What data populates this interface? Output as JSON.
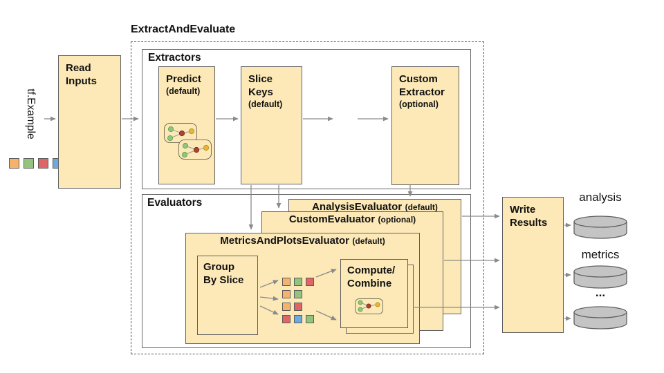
{
  "title": "ExtractAndEvaluate",
  "input": {
    "label": "tf.Example",
    "squares": [
      "orange",
      "green",
      "red",
      "blue"
    ]
  },
  "read_inputs": {
    "label": "Read Inputs"
  },
  "extractors": {
    "section_label": "Extractors",
    "predict": {
      "name": "Predict",
      "qualifier": "(default)"
    },
    "slice_keys": {
      "name": "Slice Keys",
      "qualifier": "(default)"
    },
    "ellipsis": "...",
    "custom_extractor": {
      "name": "Custom Extractor",
      "qualifier": "(optional)"
    }
  },
  "evaluators": {
    "section_label": "Evaluators",
    "analysis_evaluator": {
      "name": "AnalysisEvaluator",
      "qualifier": "(default)"
    },
    "custom_evaluator": {
      "name": "CustomEvaluator",
      "qualifier": "(optional)"
    },
    "metrics_and_plots_evaluator": {
      "name": "MetricsAndPlotsEvaluator",
      "qualifier": "(default)",
      "group_by_slice": {
        "label": "Group By Slice"
      },
      "slice_groups": {
        "rows": [
          [
            "orange",
            "green",
            "red"
          ],
          [
            "orange",
            "green"
          ],
          [
            "orange",
            "red"
          ],
          [
            "red",
            "blue",
            "green"
          ]
        ]
      },
      "compute_combine": {
        "line1": "Compute/",
        "line2": "Combine"
      }
    }
  },
  "write_results": {
    "label": "Write Results"
  },
  "outputs": [
    {
      "label": "analysis"
    },
    {
      "label": "metrics"
    },
    {
      "label": "..."
    }
  ],
  "colors": {
    "box_fill": "#FCE9B7",
    "box_border": "#5F5F5F",
    "orange": "#F6B26B",
    "green": "#93C47D",
    "red": "#E06666",
    "blue": "#6FA8DC",
    "cylinder_fill": "#C4C4C4",
    "arrow": "#8A8A8A"
  }
}
